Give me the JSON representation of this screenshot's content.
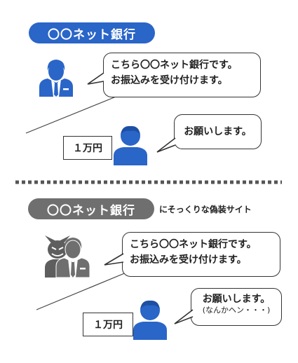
{
  "real": {
    "bank_label": "〇〇ネット銀行",
    "bank_message": [
      "こちら〇〇ネット銀行です。",
      "お振込みを受け付けます。"
    ],
    "customer_message": "お願いします。",
    "amount": "１万円"
  },
  "fake": {
    "bank_label": "〇〇ネット銀行",
    "caption": "にそっくりな偽装サイト",
    "bank_message": [
      "こちら〇〇ネット銀行です。",
      "お振込みを受け付けます。"
    ],
    "customer_message": "お願いします。",
    "customer_note": "(なんかヘン・・・)",
    "amount": "１万円"
  },
  "colors": {
    "real_accent": "#2a65c8",
    "fake_accent": "#6f6f6f",
    "divider": "#555555"
  }
}
